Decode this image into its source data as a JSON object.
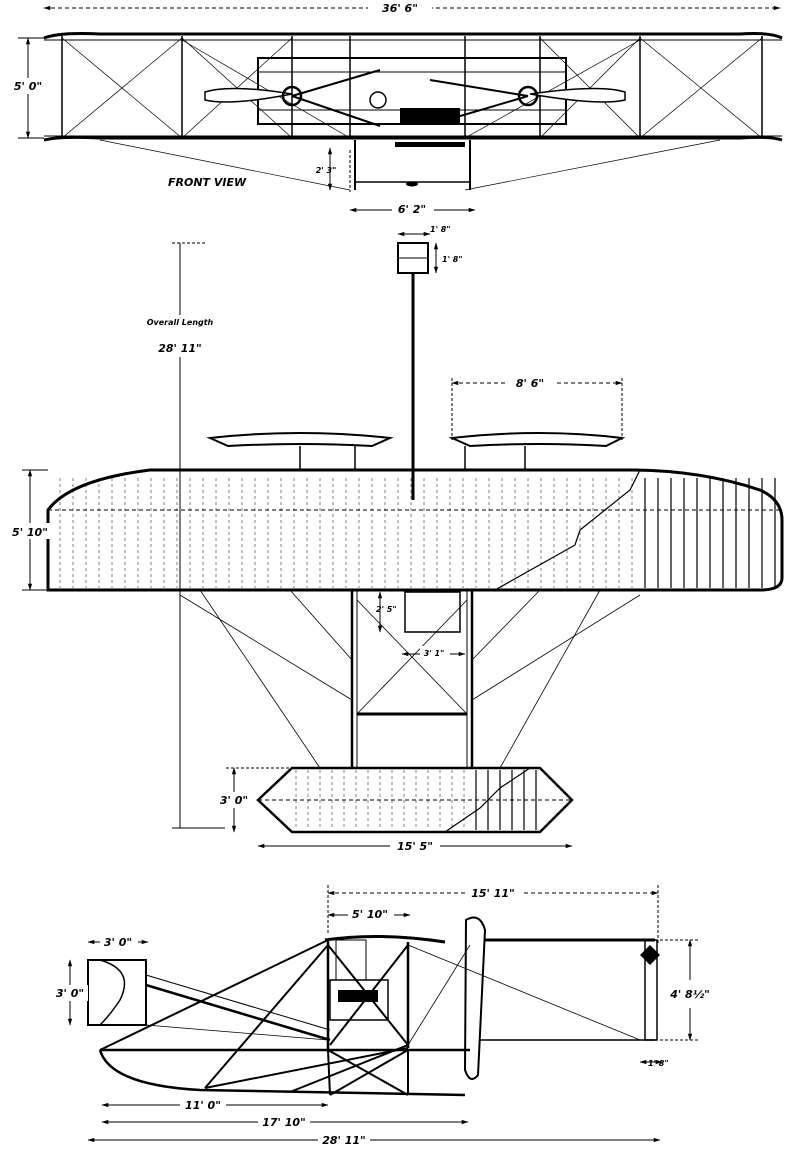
{
  "front_view": {
    "caption": "FRONT VIEW",
    "dims": {
      "span": "36' 6\"",
      "gap": "5' 0\"",
      "skid_height": "2' 3\"",
      "skid_track": "6' 2\""
    }
  },
  "plan_view": {
    "dims": {
      "rudder_width": "1' 8\"",
      "rudder_length": "1' 8\"",
      "overall_length_label": "Overall Length",
      "overall_length": "28' 11\"",
      "propeller_offset": "8' 6\"",
      "chord": "5' 10\"",
      "seat_offset": "2' 5\"",
      "seat_width": "3' 1\"",
      "elevator_chord": "3' 0\"",
      "elevator_span": "15' 5\""
    }
  },
  "side_view": {
    "dims": {
      "wing_to_tail": "15' 11\"",
      "wing_chord": "5' 10\"",
      "elevator_length": "3' 0\"",
      "elevator_height": "3' 0\"",
      "rudder_height": "4' 8½\"",
      "rudder_depth": "1' 8\"",
      "front_to_wing": "11' 0\"",
      "front_to_trail": "17' 10\"",
      "overall": "28' 11\""
    }
  }
}
